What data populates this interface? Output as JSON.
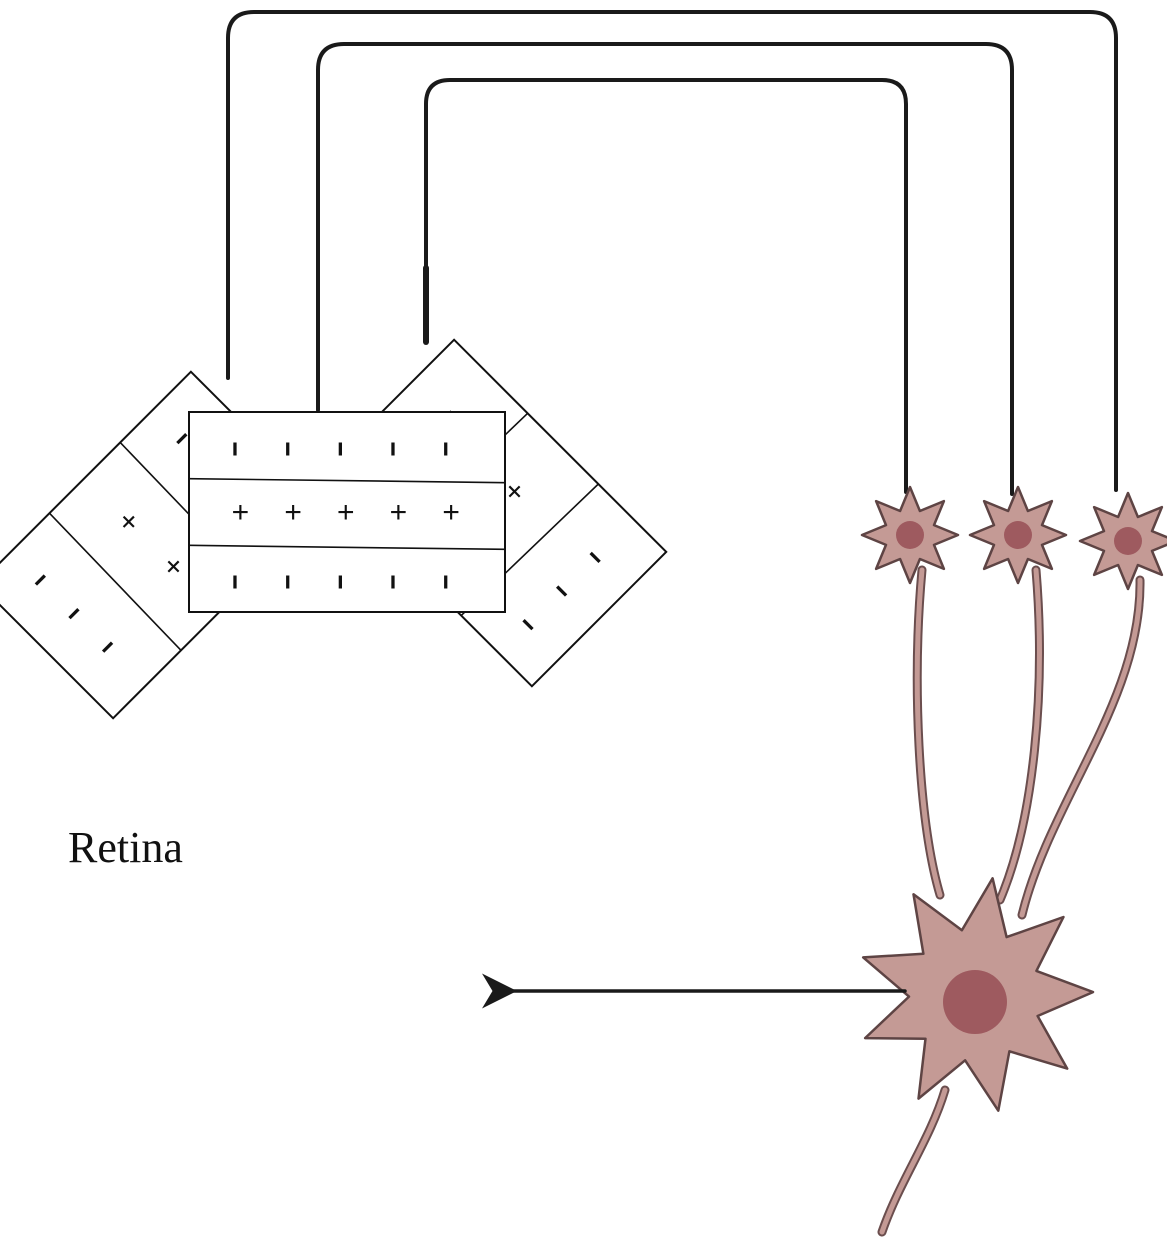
{
  "labels": {
    "retina": "Retina"
  },
  "fields": {
    "left_rotated": {
      "bands": [
        [
          "-",
          "-",
          "-"
        ],
        [
          "+",
          "+"
        ],
        [
          "-",
          "-",
          "-"
        ]
      ]
    },
    "right_rotated": {
      "bands": [
        [
          "-",
          "-",
          "-"
        ],
        [
          "+",
          "+"
        ],
        [
          "-",
          "-",
          "-"
        ]
      ]
    },
    "center": {
      "bands": [
        [
          "-",
          "-",
          "-",
          "-",
          "-"
        ],
        [
          "+",
          "+",
          "+",
          "+",
          "+"
        ],
        [
          "-",
          "-",
          "-",
          "-",
          "-"
        ]
      ]
    }
  },
  "neurons": {
    "simple_cell_count": 3,
    "complex_cell_count": 1
  },
  "colors": {
    "neuron_fill": "#c49a95",
    "neuron_nucleus": "#9e5a5f",
    "line": "#1a1a1a",
    "text": "#111111"
  }
}
